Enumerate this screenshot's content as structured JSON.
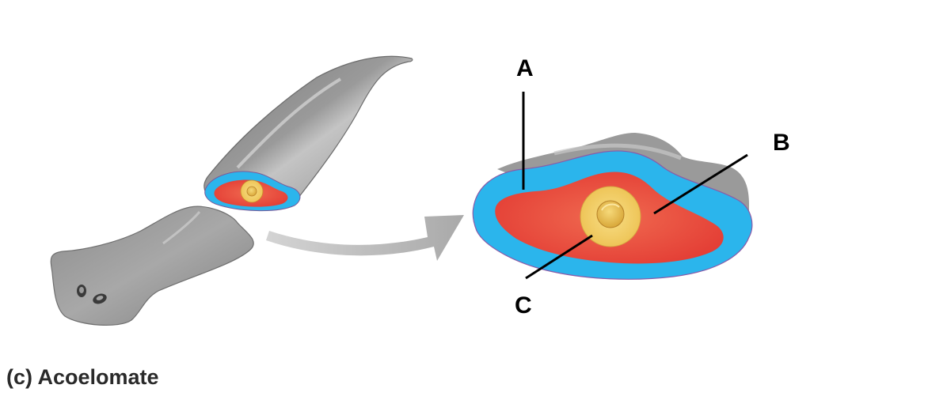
{
  "diagram": {
    "labels": {
      "a": "A",
      "b": "B",
      "c": "C"
    },
    "caption": "(c) Acoelomate"
  },
  "colors": {
    "body_gray": "#8f8f8f",
    "ectoderm_blue": "#2bb5ec",
    "mesoderm_red": "#e8493c",
    "endoderm_yellow": "#f3cf6a",
    "arrow_gray": "#b9b9b9"
  }
}
